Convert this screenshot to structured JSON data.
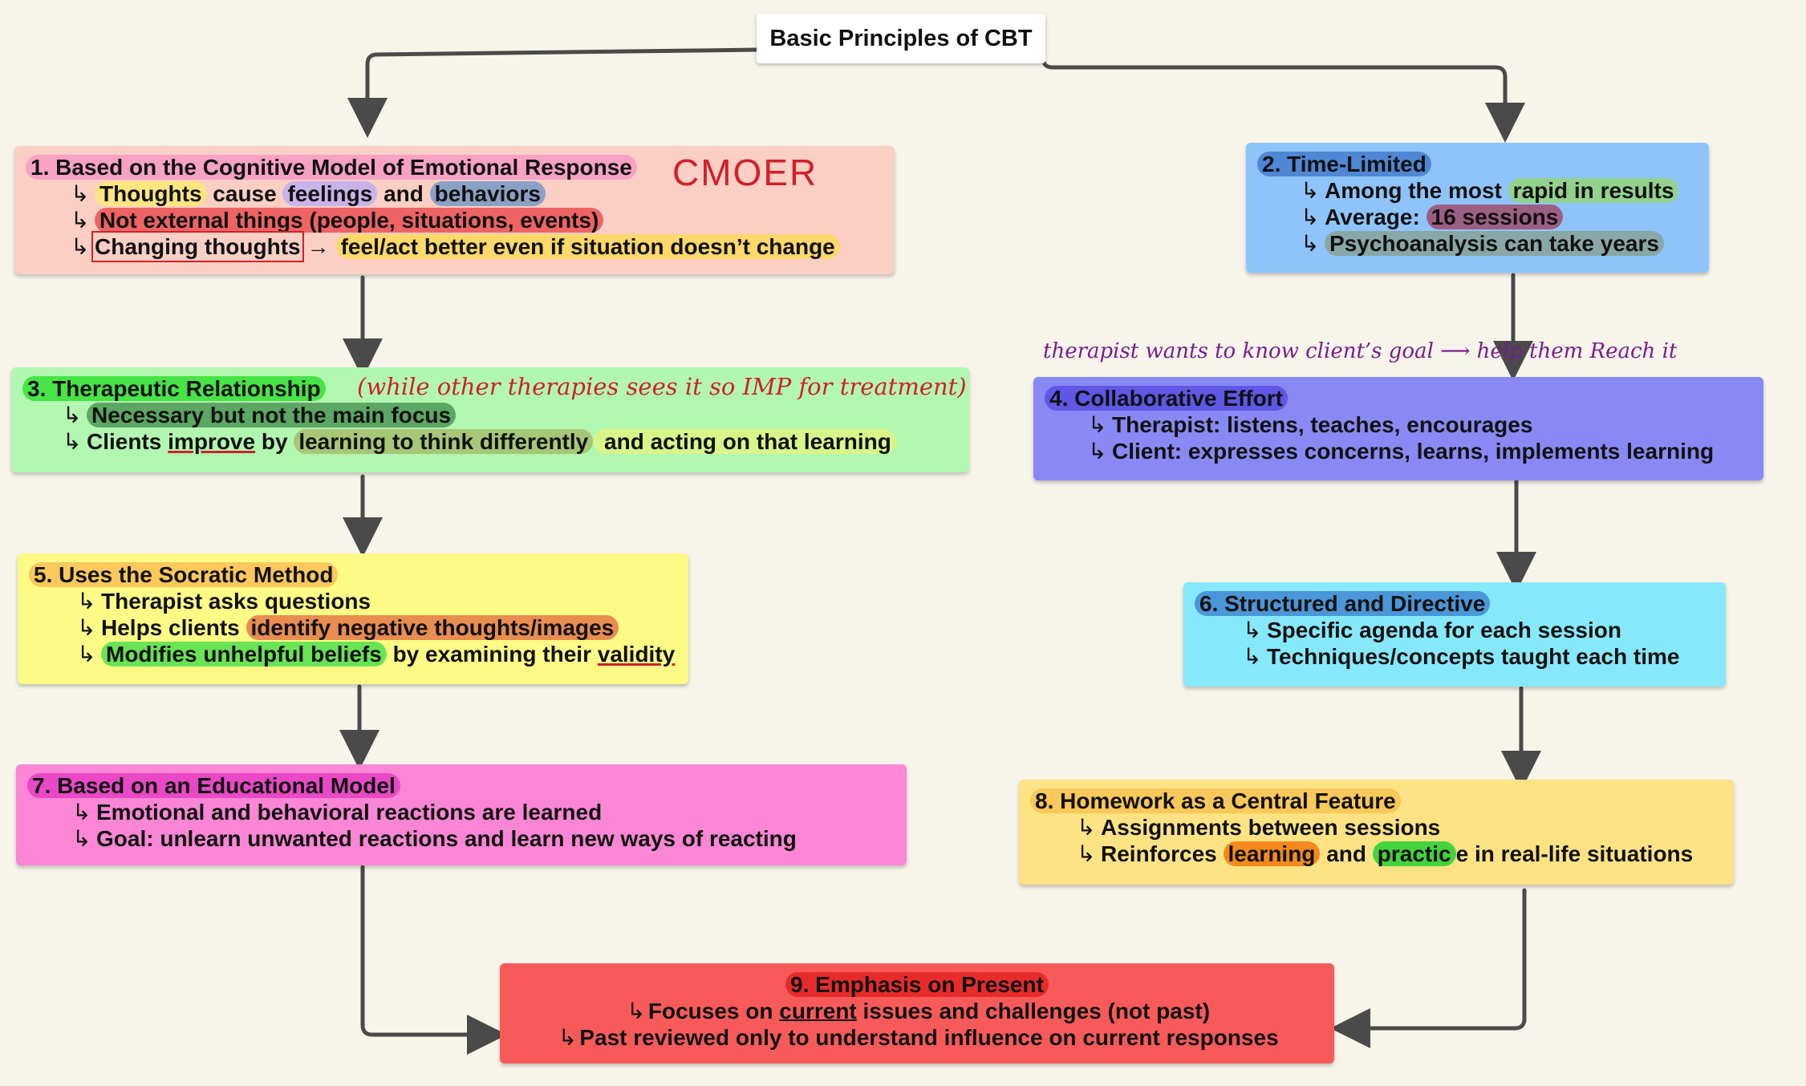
{
  "title": "Basic Principles of CBT",
  "arrow_glyph": "↳",
  "arrow_right_glyph": "→",
  "box1": {
    "heading": "1. Based on the Cognitive Model of Emotional Response",
    "annotation": "CMOER",
    "l1_a": "Thoughts",
    "l1_b": " cause ",
    "l1_c": "feelings",
    "l1_d": " and ",
    "l1_e": "behaviors",
    "l2": "Not external things (people, situations, events)",
    "l3_a": "Changing thoughts",
    "l3_b": "feel/act better even if situation doesn’t change"
  },
  "box2": {
    "heading": "2. Time-Limited",
    "l1_a": "Among the most ",
    "l1_b": "rapid in results",
    "l2_a": "Average: ",
    "l2_b": "16 sessions",
    "l3": "Psychoanalysis can take years"
  },
  "box3": {
    "heading": "3. Therapeutic Relationship",
    "annotation": "(while other therapies sees it so IMP for treatment)",
    "l1": "Necessary but not the main focus",
    "l2_a": "Clients ",
    "l2_b": "improve",
    "l2_c": " by ",
    "l2_d": "learning to think differently",
    "l2_e": " and acting on that learning"
  },
  "box4": {
    "annotation": "therapist wants to know client’s goal ⟶ help them Reach it",
    "heading": "4. Collaborative Effort",
    "l1": "Therapist: listens, teaches, encourages",
    "l2": "Client: expresses concerns, learns, implements learning"
  },
  "box5": {
    "heading": "5. Uses the Socratic Method",
    "l1": "Therapist asks questions",
    "l2_a": "Helps clients ",
    "l2_b": "identify negative thoughts/images",
    "l3_a": "Modifies unhelpful beliefs",
    "l3_b": " by examining their ",
    "l3_c": "validity"
  },
  "box6": {
    "heading": "6. Structured and Directive",
    "l1": "Specific agenda for each session",
    "l2": "Techniques/concepts taught each time"
  },
  "box7": {
    "heading": "7. Based on an Educational Model",
    "l1": "Emotional and behavioral reactions are learned",
    "l2": "Goal: unlearn unwanted reactions and learn new ways of reacting"
  },
  "box8": {
    "heading": "8. Homework as a Central Feature",
    "l1": "Assignments between sessions",
    "l2_a": "Reinforces ",
    "l2_b": "learning",
    "l2_c": " and ",
    "l2_d": "practic",
    "l2_e": "e in real-life situations"
  },
  "box9": {
    "heading": "9. Emphasis on Present",
    "l1_a": "Focuses on ",
    "l1_b": "current",
    "l1_c": " issues and challenges (not past)",
    "l2": "Past reviewed only to understand influence on current responses"
  },
  "colors": {
    "box1": "#fbcfc4",
    "box2": "#8fc4fa",
    "box3": "#b2f7b0",
    "box4": "#8889f4",
    "box5": "#fdfa86",
    "box6": "#86e9fb",
    "box7": "#fb86d5",
    "box8": "#fde384",
    "box9": "#f85a5a",
    "arrow": "#4a4a4a",
    "annotation_red": "#d0202a",
    "annotation_purple": "#7a1c8c"
  }
}
